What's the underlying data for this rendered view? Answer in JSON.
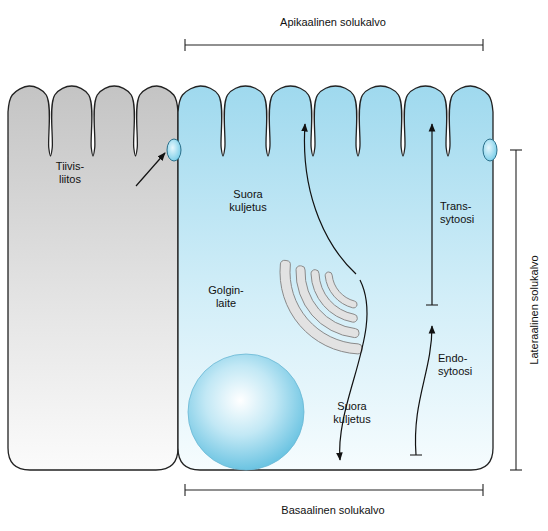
{
  "diagram": {
    "labels": [
      "Apikaalinen solukalvo",
      "Tiivis- liitos",
      "Suora kuljetus",
      "Trans- sytoosi",
      "Golgin- laite",
      "Endo- sytoosi",
      "Suora kuljetus",
      "Basaalinen solukalvo",
      "Lateraalinen solukalvo"
    ]
  }
}
